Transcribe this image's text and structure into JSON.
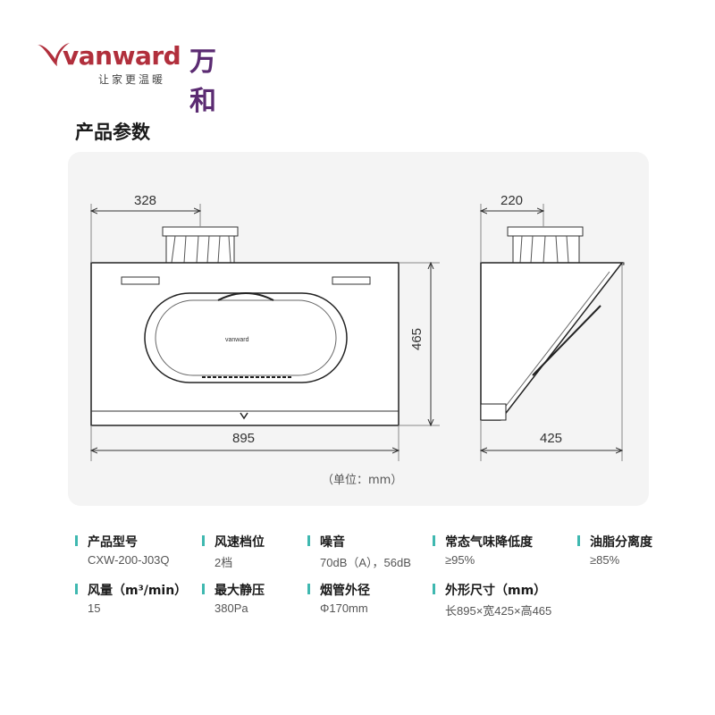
{
  "brand": {
    "word": "vanward",
    "name_cn": "万和",
    "slogan": "让家更温暖",
    "primary_color": "#b12f3c",
    "secondary_color": "#5b2b72"
  },
  "section_title": "产品参数",
  "drawing": {
    "front": {
      "width_label": "895",
      "height_label": "465",
      "duct_offset_label": "328"
    },
    "side": {
      "depth_label": "425",
      "duct_offset_label": "220"
    },
    "unit_note": "（单位：mm）"
  },
  "specs": [
    {
      "label": "产品型号",
      "value": "CXW-200-J03Q"
    },
    {
      "label": "风速档位",
      "value": "2档"
    },
    {
      "label": "噪音",
      "value": "70dB（A），56dB"
    },
    {
      "label": "常态气味降低度",
      "value": "≥95%"
    },
    {
      "label": "油脂分离度",
      "value": "≥85%"
    },
    {
      "label": "风量（m³/min）",
      "value": "15"
    },
    {
      "label": "最大静压",
      "value": "380Pa"
    },
    {
      "label": "烟管外径",
      "value": "Φ170mm"
    },
    {
      "label": "外形尺寸（mm）",
      "value": "长895×宽425×高465"
    }
  ],
  "accent_color": "#3fb8b0"
}
